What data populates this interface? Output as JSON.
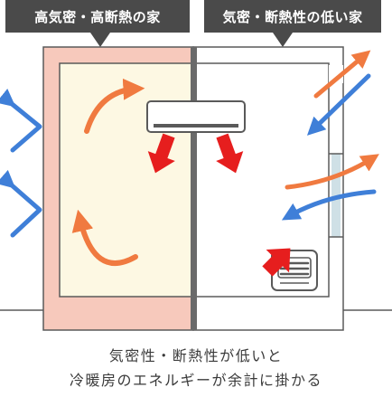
{
  "labels": {
    "left_house": "高気密・高断熱の家",
    "right_house": "気密・断熱性の低い家"
  },
  "caption": {
    "line1": "気密性・断熱性が低いと",
    "line2": "冷暖房のエネルギーが余計に掛かる"
  },
  "colors": {
    "label_bg": "#4a4a4a",
    "wall_insulated": "#f7c9bc",
    "room_insulated": "#fdf8e3",
    "wall_plain": "#ffffff",
    "outline": "#5a5a5a",
    "divider": "#6a6a6a",
    "warm_air": "#f07a40",
    "heat_arrow": "#e61e1e",
    "cold_air": "#3f7fd8",
    "gap": "#cfe0e6"
  },
  "icons": {
    "air_conditioner": "air-conditioner-icon",
    "heater": "space-heater-icon"
  }
}
